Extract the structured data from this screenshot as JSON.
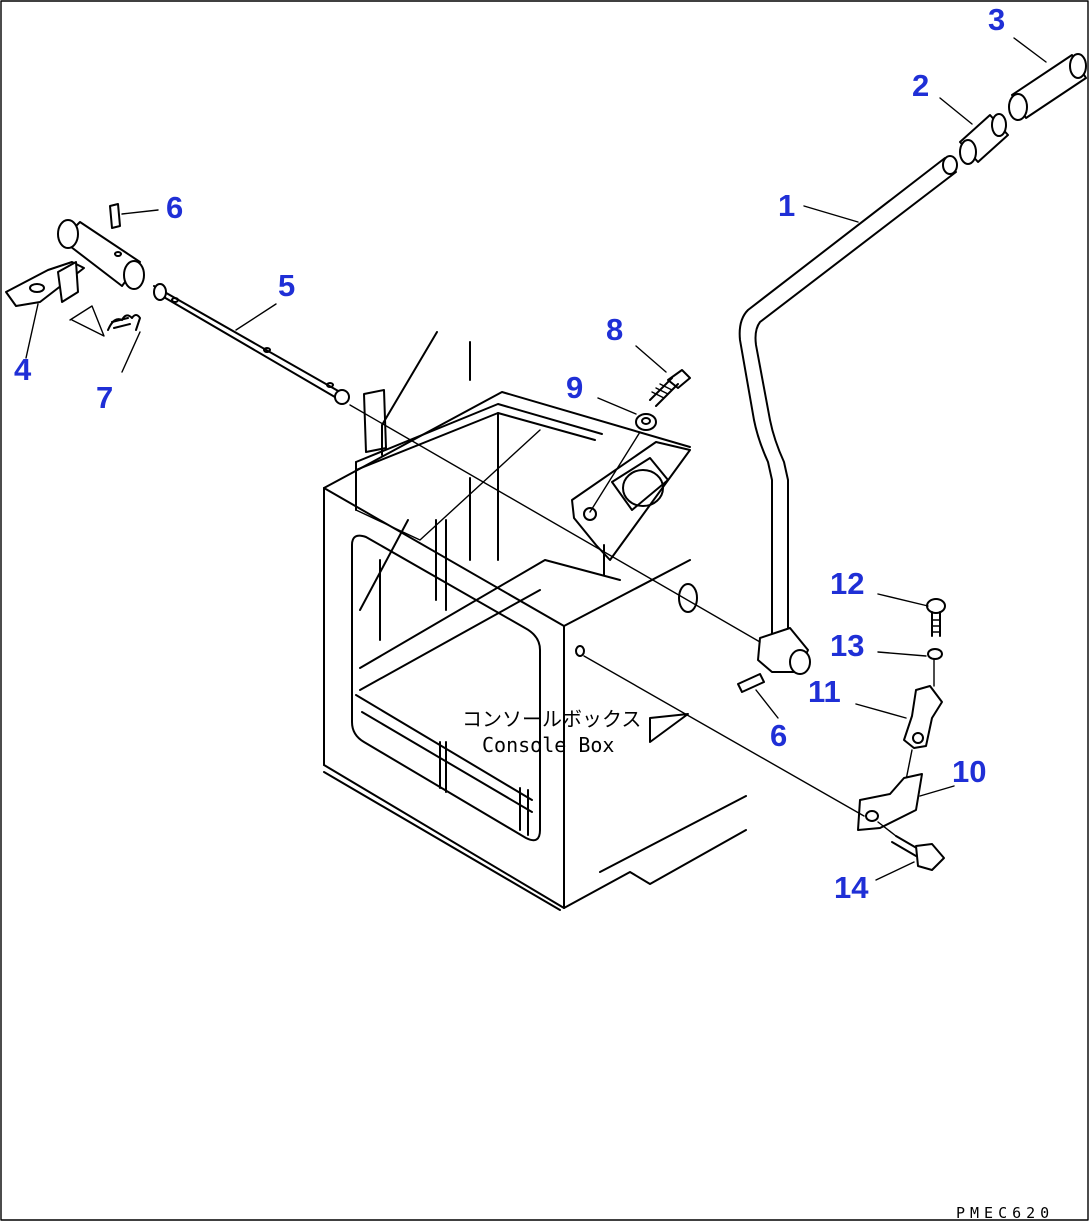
{
  "labels": {
    "console_jp": "コンソールボックス",
    "console_en": "Console Box",
    "drawing_code": "PMEC620"
  },
  "callouts": [
    {
      "id": "c1",
      "text": "1"
    },
    {
      "id": "c2",
      "text": "2"
    },
    {
      "id": "c3",
      "text": "3"
    },
    {
      "id": "c4",
      "text": "4"
    },
    {
      "id": "c5",
      "text": "5"
    },
    {
      "id": "c6a",
      "text": "6"
    },
    {
      "id": "c6b",
      "text": "6"
    },
    {
      "id": "c7",
      "text": "7"
    },
    {
      "id": "c8",
      "text": "8"
    },
    {
      "id": "c9",
      "text": "9"
    },
    {
      "id": "c10",
      "text": "10"
    },
    {
      "id": "c11",
      "text": "11"
    },
    {
      "id": "c12",
      "text": "12"
    },
    {
      "id": "c13",
      "text": "13"
    },
    {
      "id": "c14",
      "text": "14"
    }
  ],
  "colors": {
    "callout": "#1f2fd6",
    "line": "#000000",
    "background": "#ffffff"
  }
}
